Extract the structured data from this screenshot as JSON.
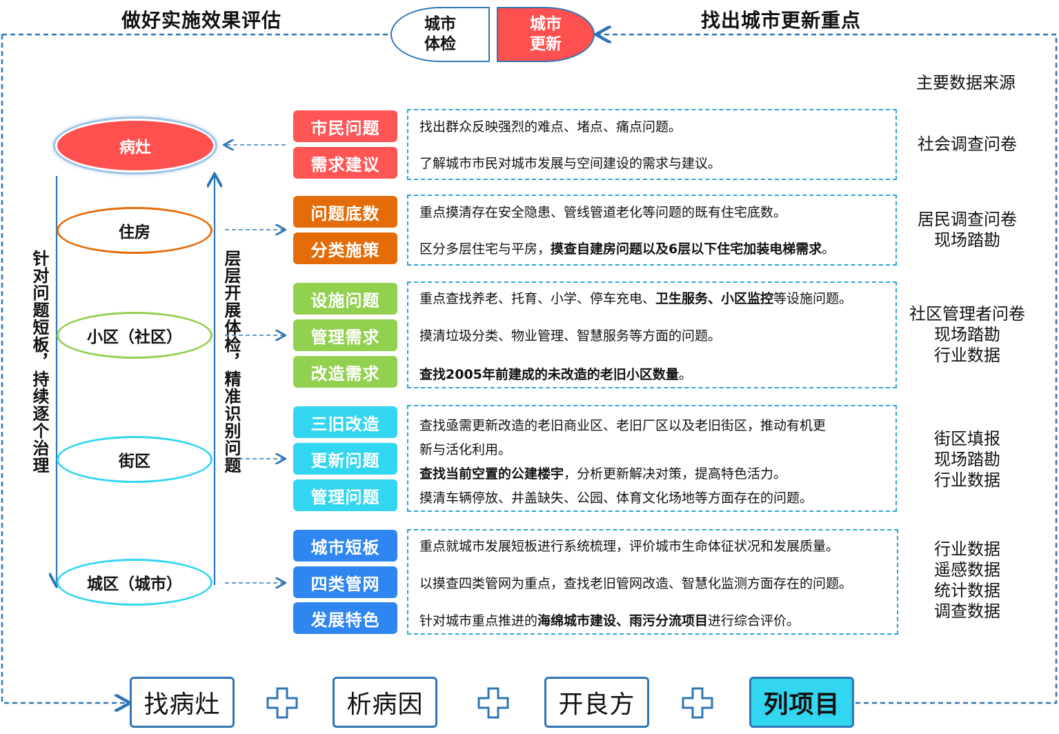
{
  "headings": {
    "left": "做好实施效果评估",
    "right": "找出城市更新重点",
    "sources_title": "主要数据来源"
  },
  "pills": {
    "left": [
      "城市",
      "体检"
    ],
    "right": [
      "城市",
      "更新"
    ]
  },
  "levels": [
    "病灶",
    "住房",
    "小区（社区）",
    "街区",
    "城区（城市）"
  ],
  "vertical": {
    "left": "针对问题短板，持续逐个治理",
    "right": "层层开展体检，精准识别问题"
  },
  "groups": [
    {
      "tags": [
        "市民问题",
        "需求建议"
      ],
      "color": "#ff5555",
      "lines": [
        [
          {
            "t": "找出群众反映强烈的难点、堵点、痛点问题。"
          }
        ],
        [
          {
            "t": "了解城市市民对城市发展与空间建设的需求与建议。"
          }
        ]
      ],
      "sources": [
        "社会调查问卷"
      ]
    },
    {
      "tags": [
        "问题底数",
        "分类施策"
      ],
      "color": "#e36c09",
      "lines": [
        [
          {
            "t": "重点摸清存在安全隐患、管线管道老化等问题的既有住宅底数。"
          }
        ],
        [
          {
            "t": "区分多层住宅与平房，"
          },
          {
            "t": "摸查自建房问题以及6层以下住宅加装电梯需求",
            "b": true
          },
          {
            "t": "。"
          }
        ]
      ],
      "sources": [
        "居民调查问卷",
        "现场踏勘"
      ]
    },
    {
      "tags": [
        "设施问题",
        "管理需求",
        "改造需求"
      ],
      "color": "#92d050",
      "lines": [
        [
          {
            "t": "重点查找养老、托育、小学、停车充电、"
          },
          {
            "t": "卫生服务、小区监控",
            "b": true
          },
          {
            "t": "等设施问题。"
          }
        ],
        [
          {
            "t": "摸清垃圾分类、物业管理、智慧服务等方面的问题。"
          }
        ],
        [
          {
            "t": "查找2005年前建成的未改造的老旧小区数量",
            "b": true
          },
          {
            "t": "。"
          }
        ]
      ],
      "sources": [
        "社区管理者问卷",
        "现场踏勘",
        "行业数据"
      ]
    },
    {
      "tags": [
        "三旧改造",
        "更新问题",
        "管理问题"
      ],
      "color": "#33d6f0",
      "lines": [
        [
          {
            "t": "查找亟需更新改造的老旧商业区、老旧厂区以及老旧街区，推动有机更"
          }
        ],
        [
          {
            "t": "新与活化利用。"
          }
        ],
        [
          {
            "t": "查找当前空置的公建楼宇",
            "b": true
          },
          {
            "t": "，分析更新解决对策，提高特色活力。"
          }
        ],
        [
          {
            "t": "摸清车辆停放、井盖缺失、公园、体育文化场地等方面存在的问题。"
          }
        ]
      ],
      "sources": [
        "街区填报",
        "现场踏勘",
        "行业数据"
      ]
    },
    {
      "tags": [
        "城市短板",
        "四类管网",
        "发展特色"
      ],
      "color": "#2f86f0",
      "lines": [
        [
          {
            "t": "重点就城市发展短板进行系统梳理，评价城市生命体征状况和发展质量。"
          }
        ],
        [
          {
            "t": "以摸查四类管网为重点，查找老旧管网改造、智慧化监测方面存在的问题。"
          }
        ],
        [
          {
            "t": "针对城市重点推进的"
          },
          {
            "t": "海绵城市建设、雨污分流项目",
            "b": true
          },
          {
            "t": "进行综合评价。"
          }
        ]
      ],
      "sources": [
        "行业数据",
        "遥感数据",
        "统计数据",
        "调查数据"
      ]
    }
  ],
  "steps": [
    "找病灶",
    "析病因",
    "开良方",
    "列项目"
  ],
  "colors": {
    "frame": "#2e75b6",
    "focus": "#ff5050",
    "housing": "#e36c09",
    "community": "#92d050",
    "block": "#33d6f0",
    "city": "#2f86f0",
    "last_step": "#33d6f0"
  }
}
